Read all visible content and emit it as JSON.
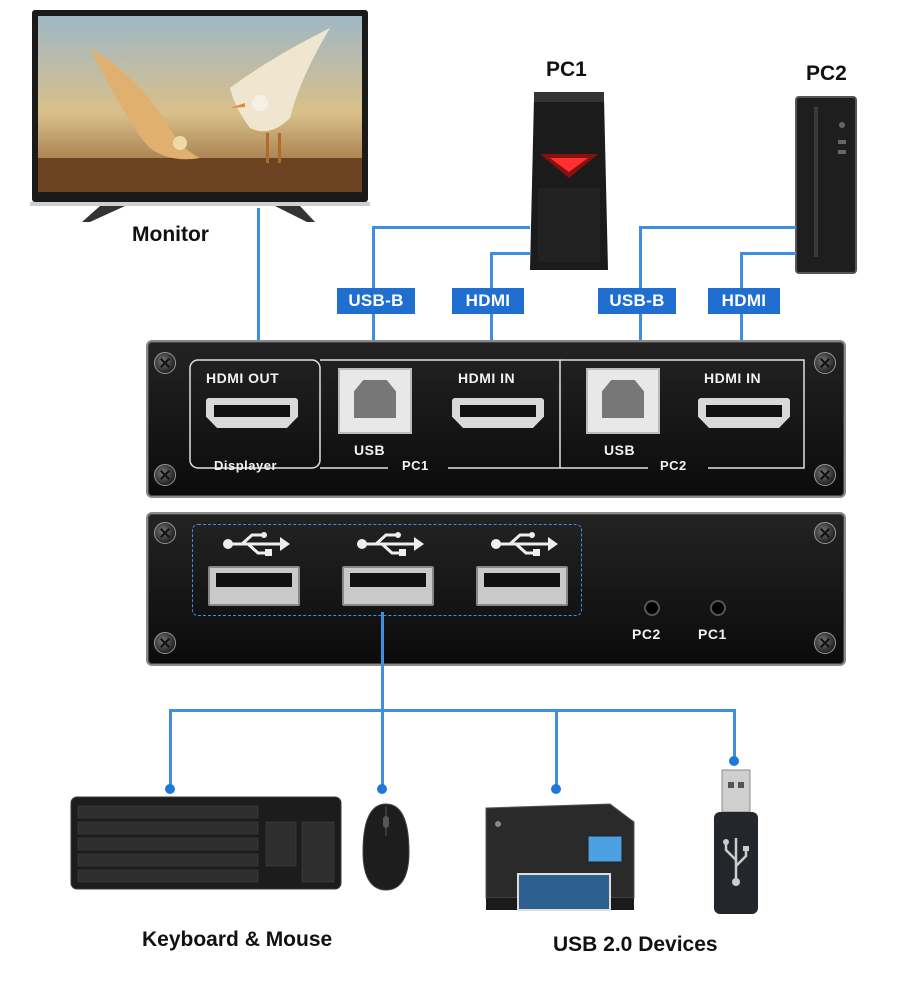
{
  "devices": {
    "monitor": "Monitor",
    "pc1": "PC1",
    "pc2": "PC2"
  },
  "cable_tags": {
    "pc1_usb": "USB-B",
    "pc1_hdmi": "HDMI",
    "pc2_usb": "USB-B",
    "pc2_hdmi": "HDMI"
  },
  "front_panel": {
    "hdmi_out": "HDMI OUT",
    "displayer": "Displayer",
    "usb_pc1": "USB",
    "hdmi_in_pc1": "HDMI IN",
    "group_pc1": "PC1",
    "usb_pc2": "USB",
    "hdmi_in_pc2": "HDMI IN",
    "group_pc2": "PC2"
  },
  "back_panel": {
    "led_pc2": "PC2",
    "led_pc1": "PC1"
  },
  "peripherals": {
    "keyboard_mouse": "Keyboard & Mouse",
    "usb_devices": "USB 2.0 Devices"
  },
  "colors": {
    "wire": "#3f8fe0",
    "tag_bg": "#1f6fd1",
    "panel": "#111111"
  }
}
